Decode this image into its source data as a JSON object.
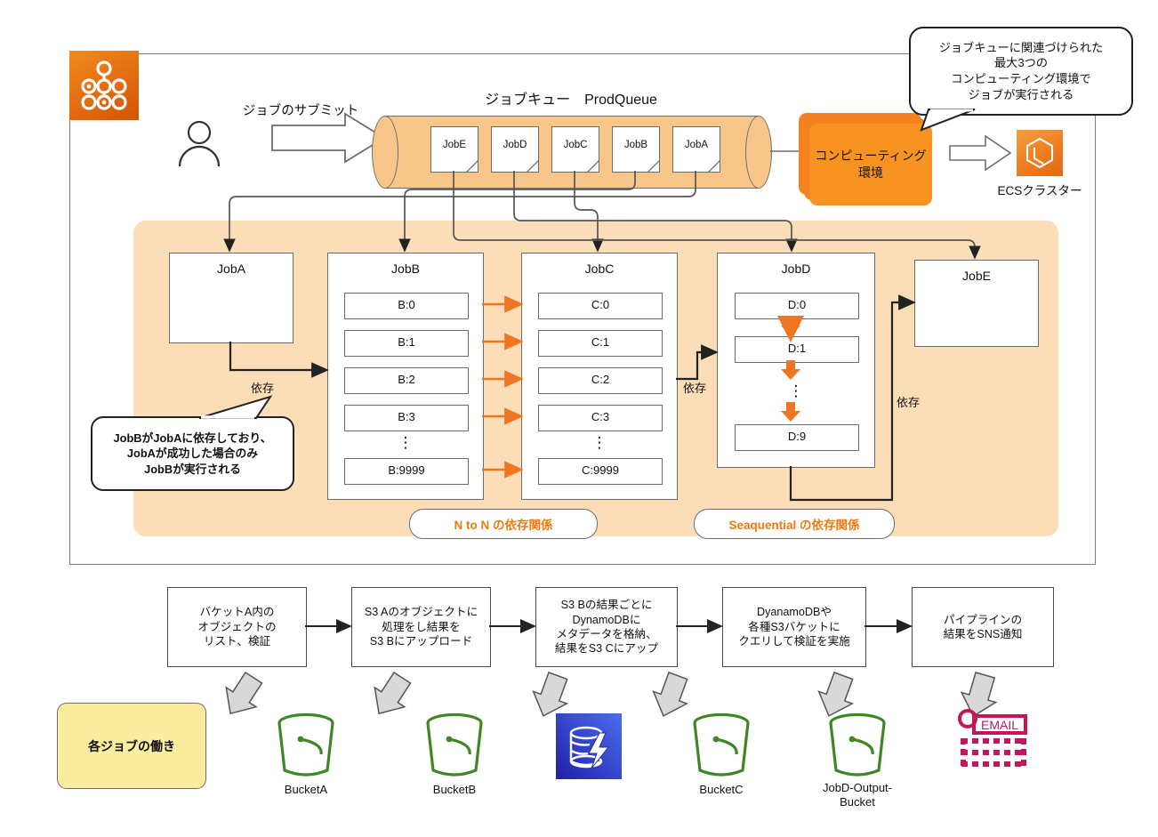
{
  "diagram": {
    "title_icon": "aws-batch-icon",
    "submit_label": "ジョブのサブミット",
    "queue": {
      "title": "ジョブキュー　ProdQueue",
      "jobs": [
        "JobE",
        "JobD",
        "JobC",
        "JobB",
        "JobA"
      ]
    },
    "compute_environment": {
      "label": "コンピューティング\n環境",
      "stack_count": 3
    },
    "ecs": {
      "label": "ECSクラスター"
    },
    "callouts": {
      "compute_env": "ジョブキューに関連づけられた\n最大3つの\nコンピューティング環境で\nジョブが実行される",
      "dependency": "JobBがJobAに依存しており、\nJobAが成功した場合のみ\nJobBが実行される"
    },
    "job_panels": [
      {
        "name": "JobA",
        "cells": []
      },
      {
        "name": "JobB",
        "cells": [
          "B:0",
          "B:1",
          "B:2",
          "B:3",
          "B:9999"
        ],
        "ellipsis_after": 3
      },
      {
        "name": "JobC",
        "cells": [
          "C:0",
          "C:1",
          "C:2",
          "C:3",
          "C:9999"
        ],
        "ellipsis_after": 3
      },
      {
        "name": "JobD",
        "cells": [
          "D:0",
          "D:1",
          "D:9"
        ],
        "ellipsis_after": 1
      },
      {
        "name": "JobE",
        "cells": []
      }
    ],
    "dependency_labels": [
      "依存",
      "依存",
      "依存"
    ],
    "dependency_kinds": [
      {
        "label": "N to N の依存関係"
      },
      {
        "label": "Seaquential の依存関係"
      }
    ],
    "pipeline": [
      {
        "text": "バケットA内の\nオブジェクトの\nリスト、検証"
      },
      {
        "text": "S3 Aのオブジェクトに\n処理をし結果を\nS3 Bにアップロード"
      },
      {
        "text": "S3 Bの結果ごとに\nDynamoDBに\nメタデータを格納、\n結果をS3 Cにアップ"
      },
      {
        "text": "DyanamoDBや\n各種S3バケットに\nクエリして検証を実施"
      },
      {
        "text": "パイプラインの\n結果をSNS通知"
      }
    ],
    "resources": [
      {
        "label": "BucketA",
        "icon": "s3-bucket-icon"
      },
      {
        "label": "BucketB",
        "icon": "s3-bucket-icon"
      },
      {
        "label": "",
        "icon": "dynamodb-icon"
      },
      {
        "label": "BucketC",
        "icon": "s3-bucket-icon"
      },
      {
        "label": "JobD-Output-\nBucket",
        "icon": "s3-bucket-icon"
      },
      {
        "label": "EMAIL",
        "icon": "sns-email-icon"
      }
    ],
    "legend": {
      "label": "各ジョブの働き"
    },
    "colors": {
      "batch_orange": "#e06a10",
      "panel_peach": "#fbddb8",
      "queue_fill": "#f9c68a",
      "compute_orange": "#f58220",
      "arrow_orange": "#ee7622",
      "s3_green": "#3f8624",
      "dynamo_blue": "#3b3bd4",
      "sns_crimson": "#c2185b",
      "legend_yellow": "#faeda0",
      "stroke_gray": "#6d6d6d"
    }
  }
}
